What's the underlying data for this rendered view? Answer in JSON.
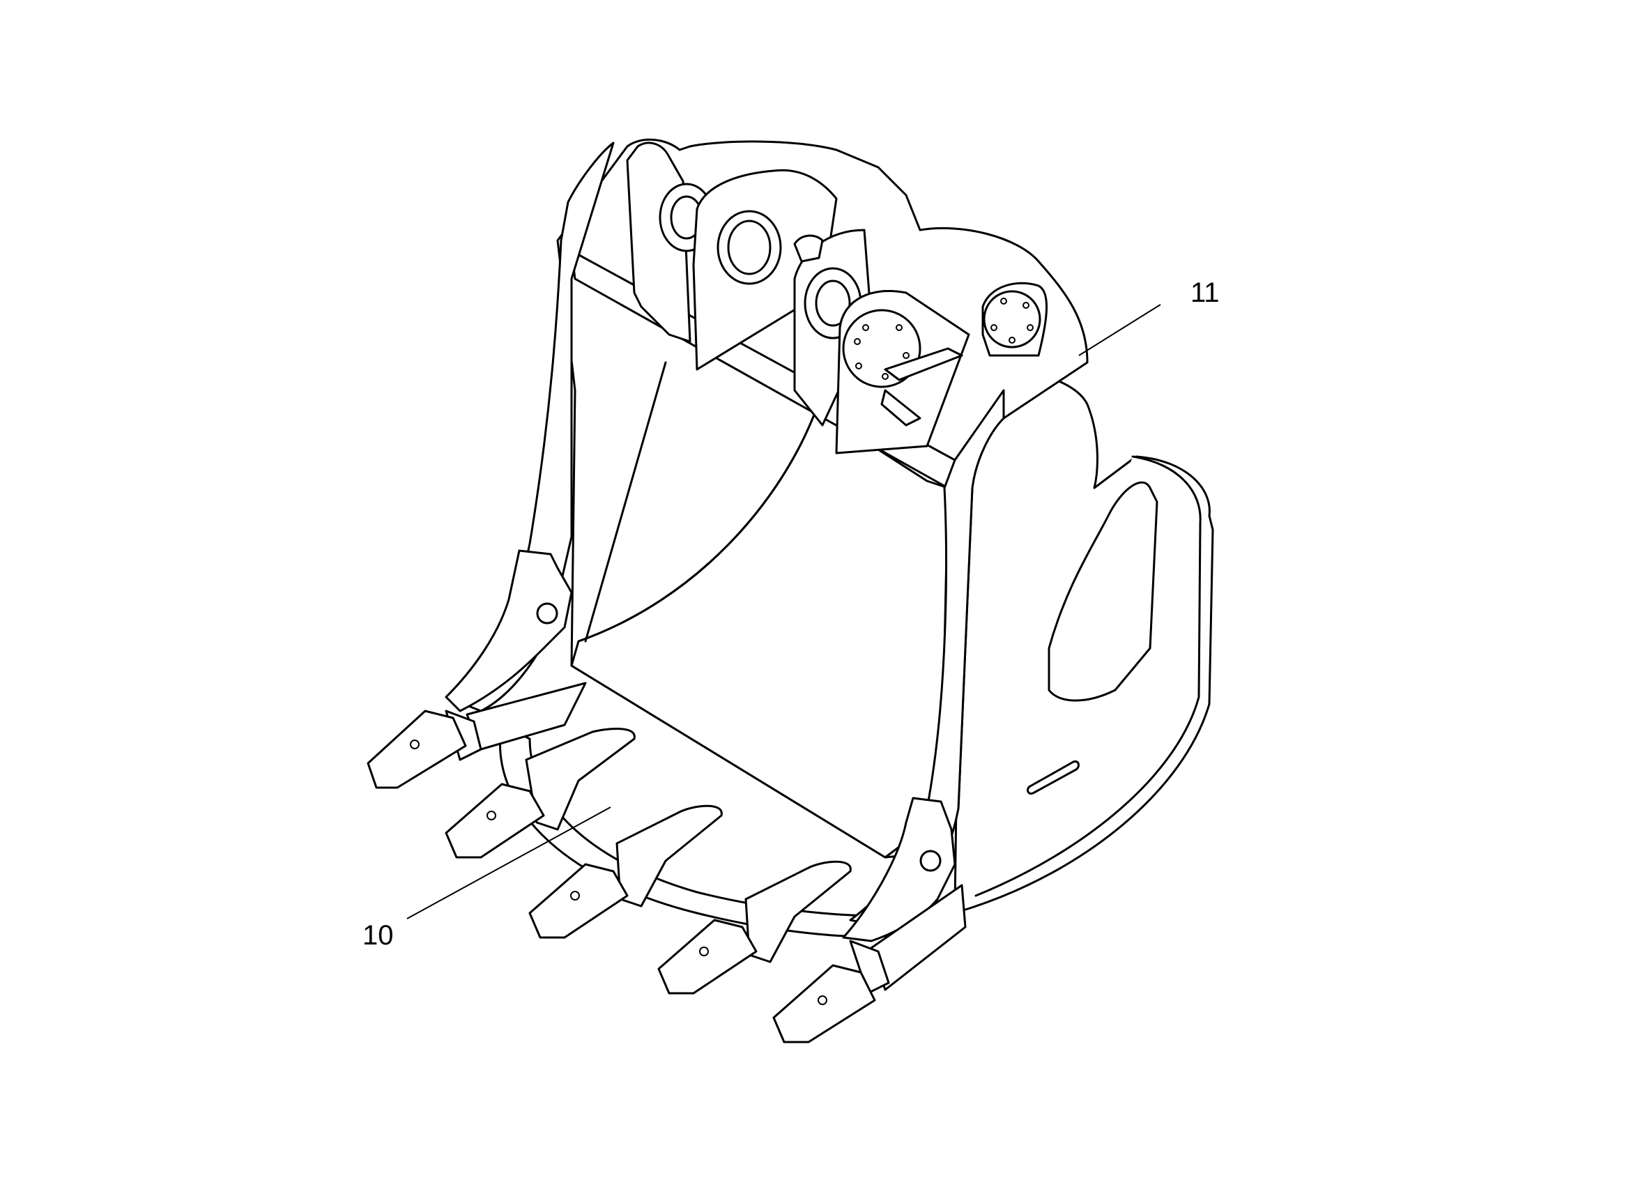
{
  "diagram": {
    "callouts": [
      {
        "label": "11",
        "part": "bucket"
      },
      {
        "label": "10",
        "part": "tooth"
      }
    ],
    "tooth_count": 5,
    "line_color": "#000000",
    "background_color": "#ffffff"
  }
}
